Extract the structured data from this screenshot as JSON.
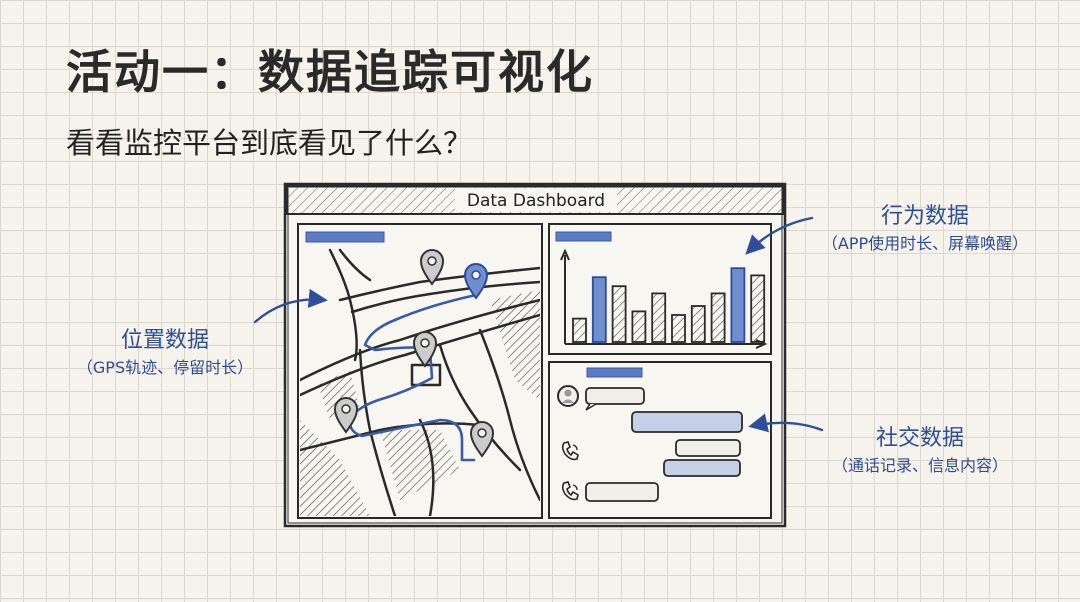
{
  "page": {
    "title": "活动一：数据追踪可视化",
    "subtitle": "看看监控平台到底看见了什么？"
  },
  "dashboard": {
    "window_title": "Data Dashboard"
  },
  "labels": {
    "behavior": {
      "title": "行为数据",
      "detail": "（APP使用时长、屏幕唤醒）"
    },
    "location": {
      "title": "位置数据",
      "detail": "（GPS轨迹、停留时长）"
    },
    "social": {
      "title": "社交数据",
      "detail": "（通话记录、信息内容）"
    }
  },
  "chart_data": {
    "type": "bar",
    "categories": [],
    "values": [
      26,
      72,
      62,
      34,
      54,
      30,
      40,
      54,
      82,
      74
    ],
    "highlighted_indices": [
      1,
      8
    ],
    "ylim": [
      0,
      100
    ],
    "grid": false
  },
  "colors": {
    "background": "#f6f3ec",
    "grid": "#dcd8cf",
    "ink": "#2a2a2a",
    "accent_blue": "#3a5aa8",
    "label_blue": "#2e4d9a",
    "bubble_blue": "#c4cfe8"
  },
  "icons": {
    "map_pins": 5,
    "avatar": "avatar-icon",
    "phone": "phone-icon"
  }
}
